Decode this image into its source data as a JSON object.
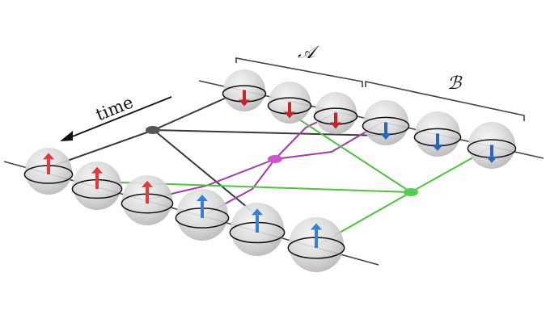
{
  "labels": {
    "time": "time",
    "region_a": "𝒜",
    "region_b": "ℬ"
  },
  "colors": {
    "spin_up_red": "#e23a3a",
    "spin_up_blue": "#3a7fd6",
    "spin_down_red": "#c0262a",
    "spin_down_blue": "#2a66b8",
    "connector_black": "#3a3a3a",
    "connector_magenta": "#a23aa8",
    "connector_green": "#4cc43c",
    "node_black": "#555555",
    "node_magenta": "#cc55cc",
    "node_green": "#55cc55",
    "sphere": "#d6d6d6"
  },
  "icons": [
    "spin-up-arrow-icon",
    "spin-down-arrow-icon",
    "time-arrow-icon",
    "brace-icon"
  ]
}
